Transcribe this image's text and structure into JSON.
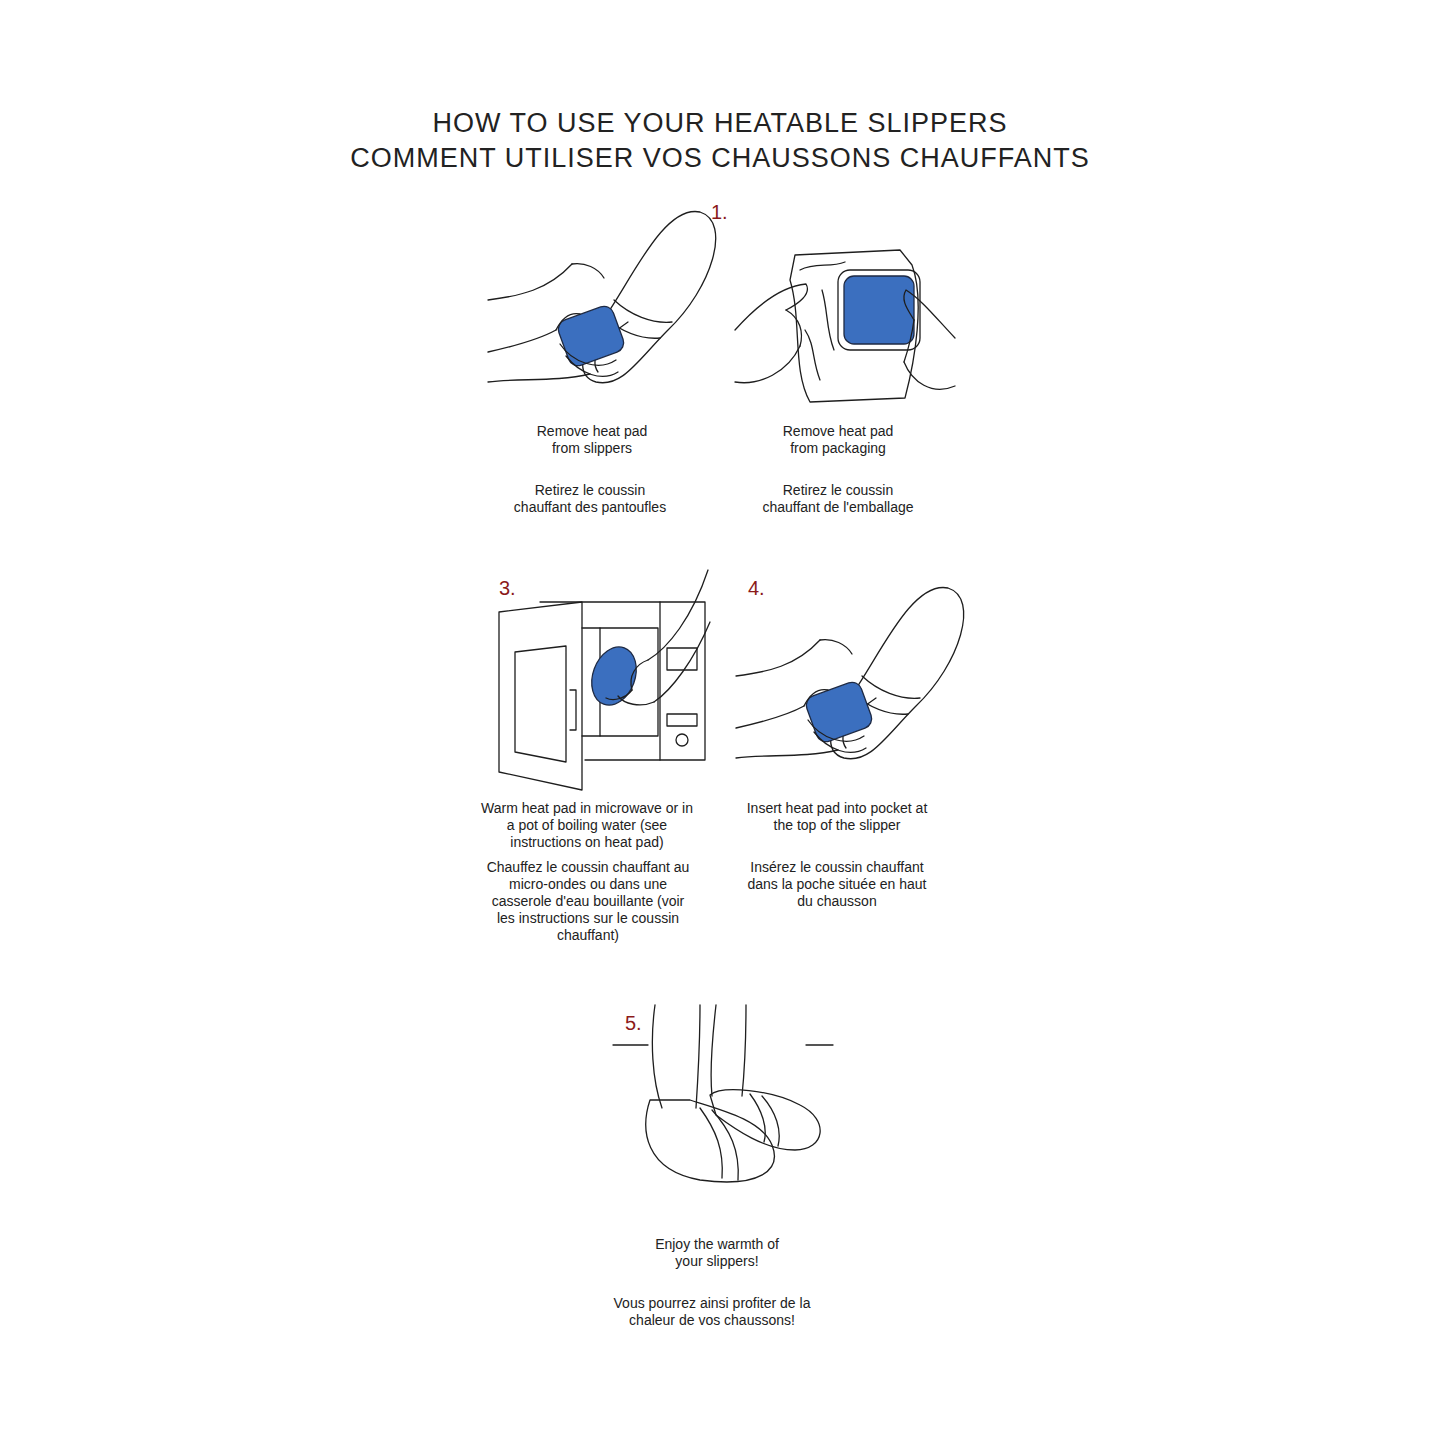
{
  "diagram": {
    "title": "HOW TO USE YOUR HEATABLE SLIPPERS",
    "labels": [
      "COMMENT UTILISER VOS CHAUSSONS CHAUFFANTS",
      "1.",
      "Remove heat pad from slippers",
      "Retirez le coussin chauffant des pantoufles",
      "Remove heat pad from packaging",
      "Retirez le coussin chauffant de l'emballage",
      "3.",
      "4.",
      "Warm heat pad in microwave or in a pot of boiling water (see instructions on heat pad)",
      "Chauffez le coussin chauffant au micro-ondes ou dans une casserole d'eau bouillante (voir les instructions sur le coussin chauffant)",
      "Insert heat pad into pocket at the top of the slipper",
      "Insérez le coussin chauffant dans la poche située en haut du chausson",
      "5.",
      "Enjoy the warmth of your slippers!",
      "Vous pourrez ainsi profiter de la chaleur de vos chaussons!"
    ]
  }
}
